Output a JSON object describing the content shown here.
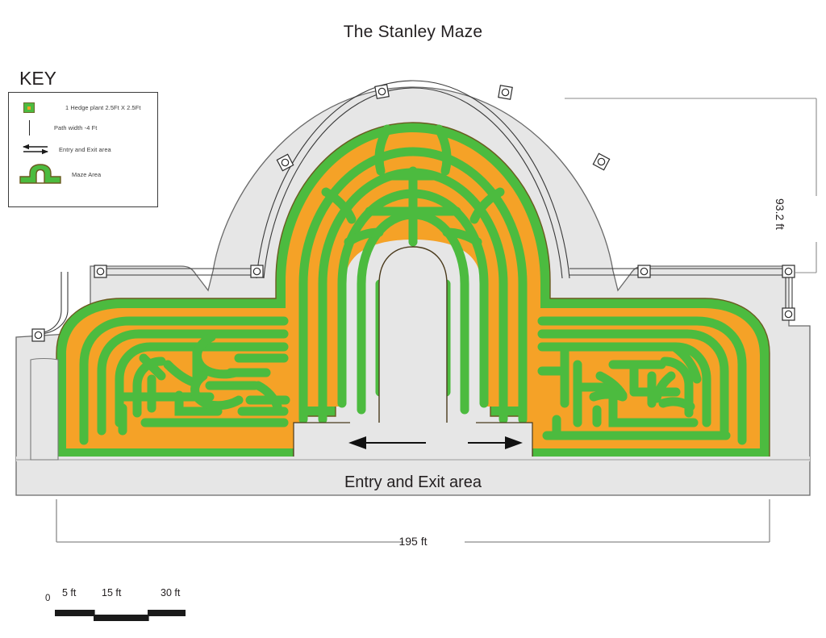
{
  "title": "The Stanley Maze",
  "key": {
    "heading": "KEY",
    "items": [
      {
        "icon": "hedge-plant-swatch",
        "label": "1 Hedge plant 2.5Ft X 2.5Ft"
      },
      {
        "icon": "path-width-line",
        "label": "Path width -4 Ft"
      },
      {
        "icon": "entry-exit-arrows",
        "label": "Entry and Exit area"
      },
      {
        "icon": "maze-area-shape",
        "label": "Maze Area"
      }
    ]
  },
  "dimensions": {
    "vertical": "93.2 ft",
    "horizontal": "195 ft"
  },
  "entry_area_label": "Entry and Exit area",
  "scale_bar": {
    "zero": "0",
    "ticks": [
      "5 ft",
      "15 ft",
      "30 ft"
    ]
  },
  "colors": {
    "hedge_green": "#4cbb3f",
    "path_orange": "#f5a227",
    "ground_gray": "#e6e6e6",
    "outline": "#5a5a5a",
    "text": "#231f20"
  }
}
